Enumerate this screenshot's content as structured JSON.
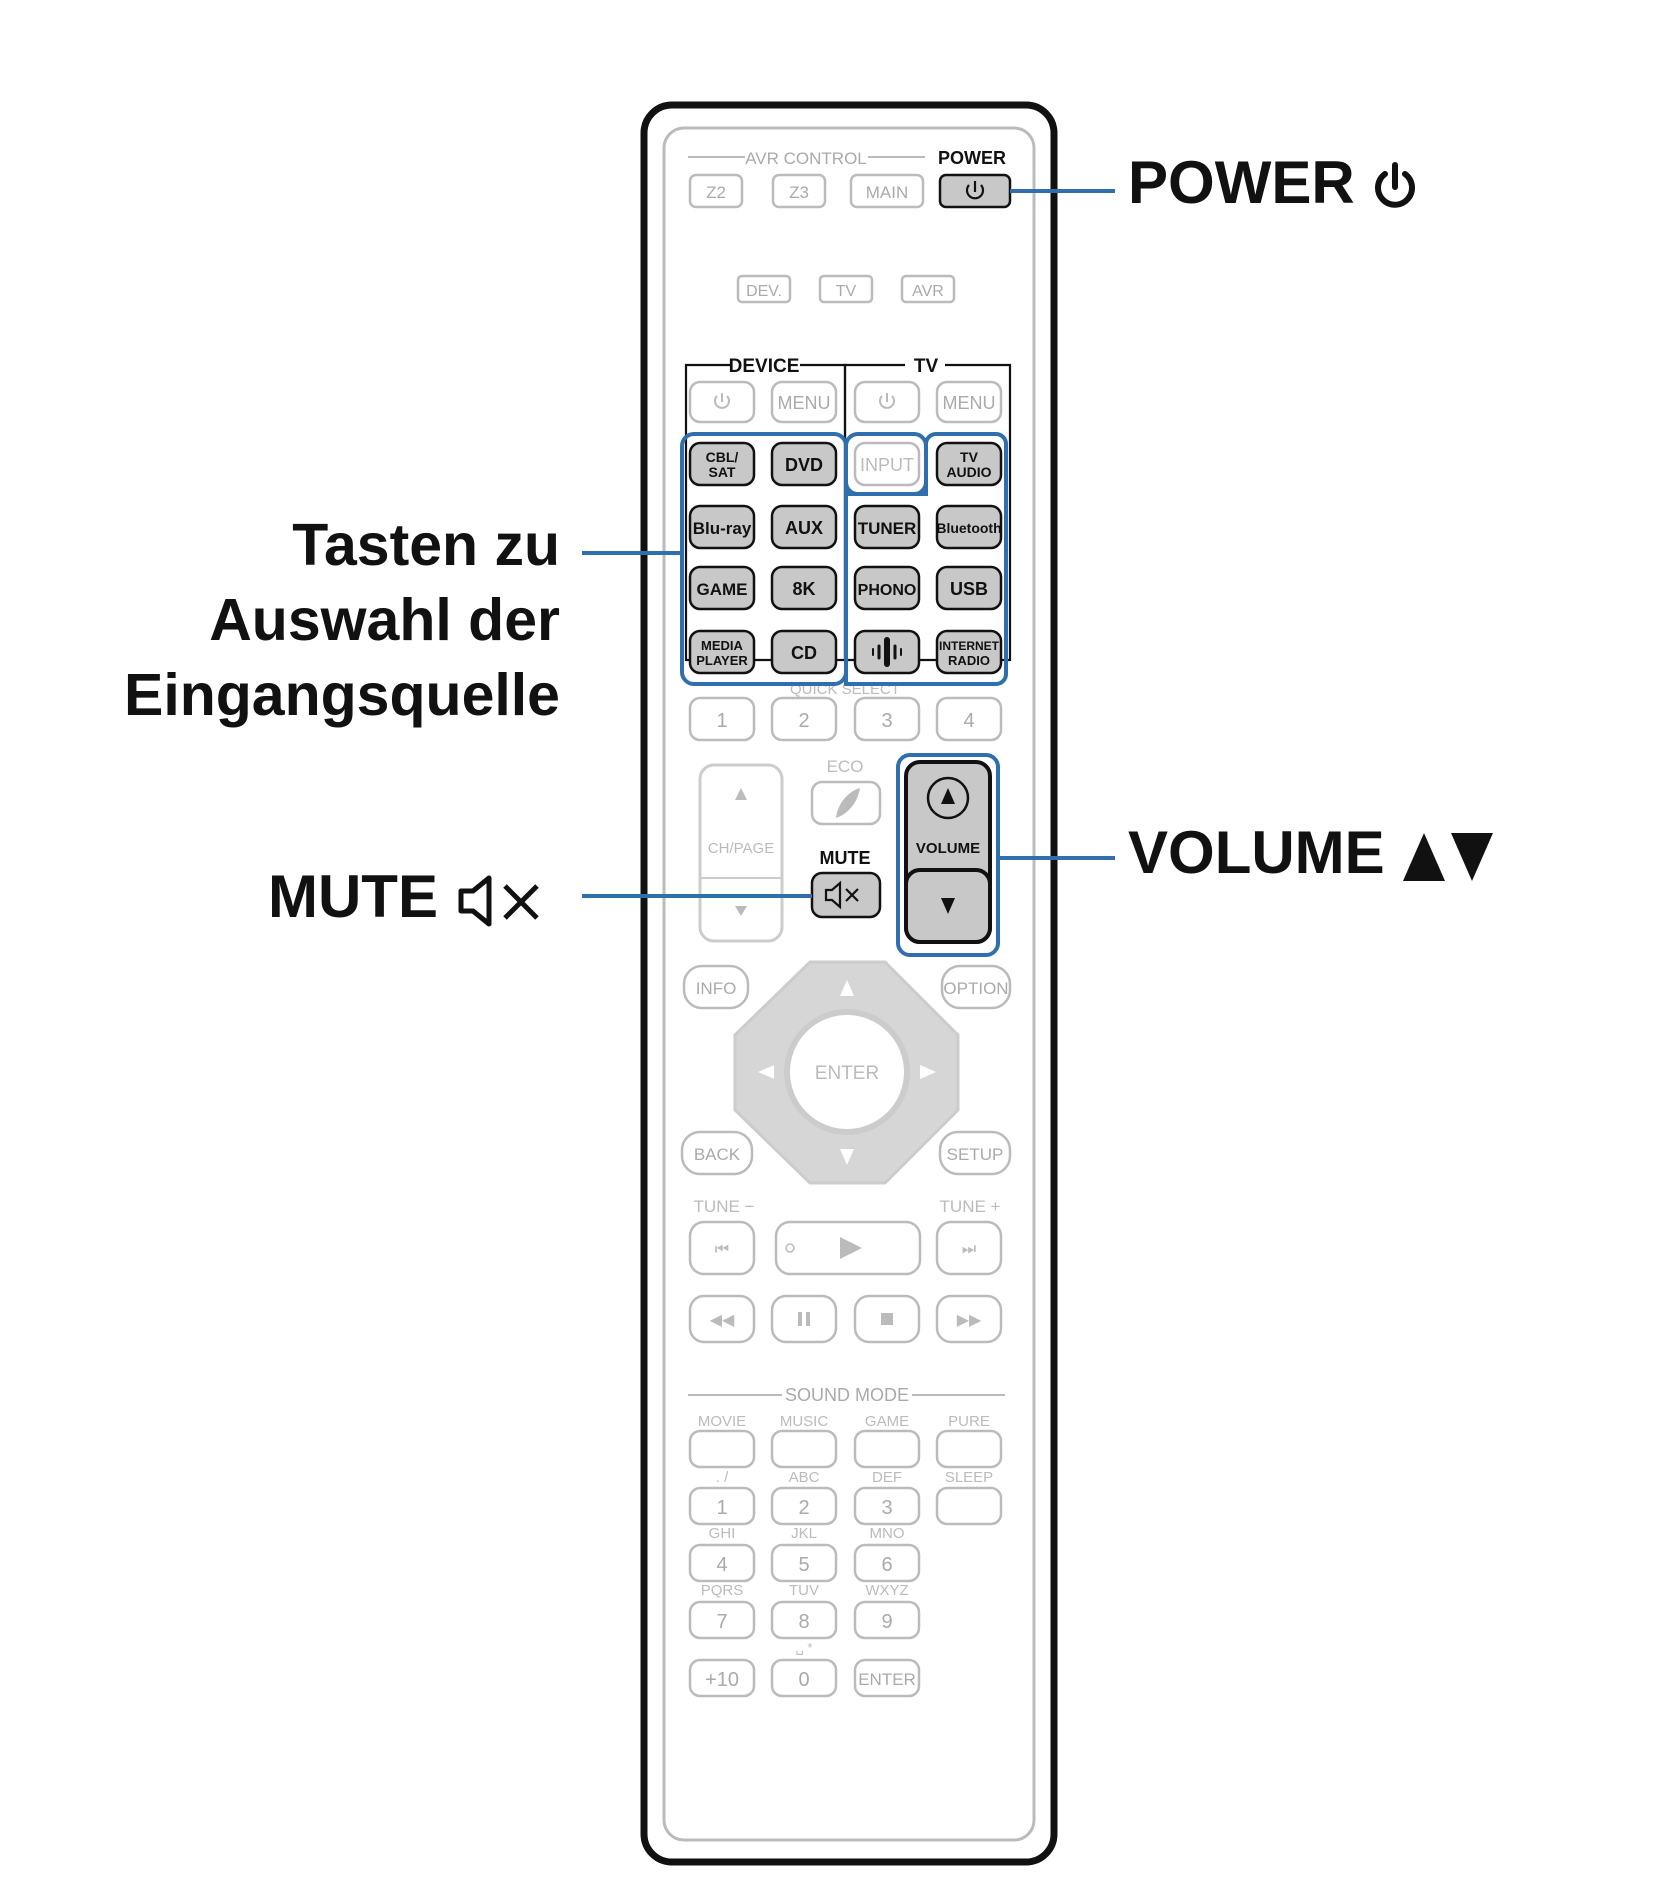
{
  "callouts": {
    "power": "POWER",
    "power_icon": "power-icon",
    "input_lines": [
      "Tasten zu",
      "Auswahl der",
      "Eingangsquelle"
    ],
    "mute": "MUTE",
    "mute_icon": "mute-icon",
    "volume": "VOLUME",
    "volume_icon": "volume-up-down-icon"
  },
  "remote": {
    "avr_control": "AVR CONTROL",
    "power_label": "POWER",
    "zone_buttons": [
      "Z2",
      "Z3",
      "MAIN"
    ],
    "mode_buttons": [
      "DEV.",
      "TV",
      "AVR"
    ],
    "device_group": "DEVICE",
    "tv_group": "TV",
    "menu": "MENU",
    "input": "INPUT",
    "sources": [
      [
        "CBL/\nSAT",
        "DVD",
        "TV\nAUDIO"
      ],
      [
        "Blu-ray",
        "AUX",
        "TUNER",
        "Bluetooth"
      ],
      [
        "GAME",
        "8K",
        "PHONO",
        "USB"
      ],
      [
        "MEDIA\nPLAYER",
        "CD",
        "",
        "INTERNET\nRADIO"
      ]
    ],
    "quick_select": "QUICK SELECT",
    "quick_buttons": [
      "1",
      "2",
      "3",
      "4"
    ],
    "eco": "ECO",
    "ch_page": "CH/PAGE",
    "mute_label": "MUTE",
    "volume_label": "VOLUME",
    "info": "INFO",
    "option": "OPTION",
    "enter": "ENTER",
    "back": "BACK",
    "setup": "SETUP",
    "tune_minus": "TUNE −",
    "tune_plus": "TUNE +",
    "sound_mode": "SOUND MODE",
    "sound_modes": [
      "MOVIE",
      "MUSIC",
      "GAME",
      "PURE"
    ],
    "keypad": [
      {
        "label": "1",
        "sub": ". /"
      },
      {
        "label": "2",
        "sub": "ABC"
      },
      {
        "label": "3",
        "sub": "DEF"
      },
      {
        "label": "",
        "sub": "SLEEP"
      },
      {
        "label": "4",
        "sub": "GHI"
      },
      {
        "label": "5",
        "sub": "JKL"
      },
      {
        "label": "6",
        "sub": "MNO"
      },
      {
        "label": "7",
        "sub": "PQRS"
      },
      {
        "label": "8",
        "sub": "TUV"
      },
      {
        "label": "9",
        "sub": "WXYZ"
      },
      {
        "label": "+10",
        "sub": ""
      },
      {
        "label": "0",
        "sub": "␣ *"
      },
      {
        "label": "ENTER",
        "sub": ""
      }
    ]
  },
  "colors": {
    "highlight": "#2f6fad",
    "active_button": "#c8c8c8",
    "inactive": "#bbbbbb",
    "outline": "#111111"
  }
}
